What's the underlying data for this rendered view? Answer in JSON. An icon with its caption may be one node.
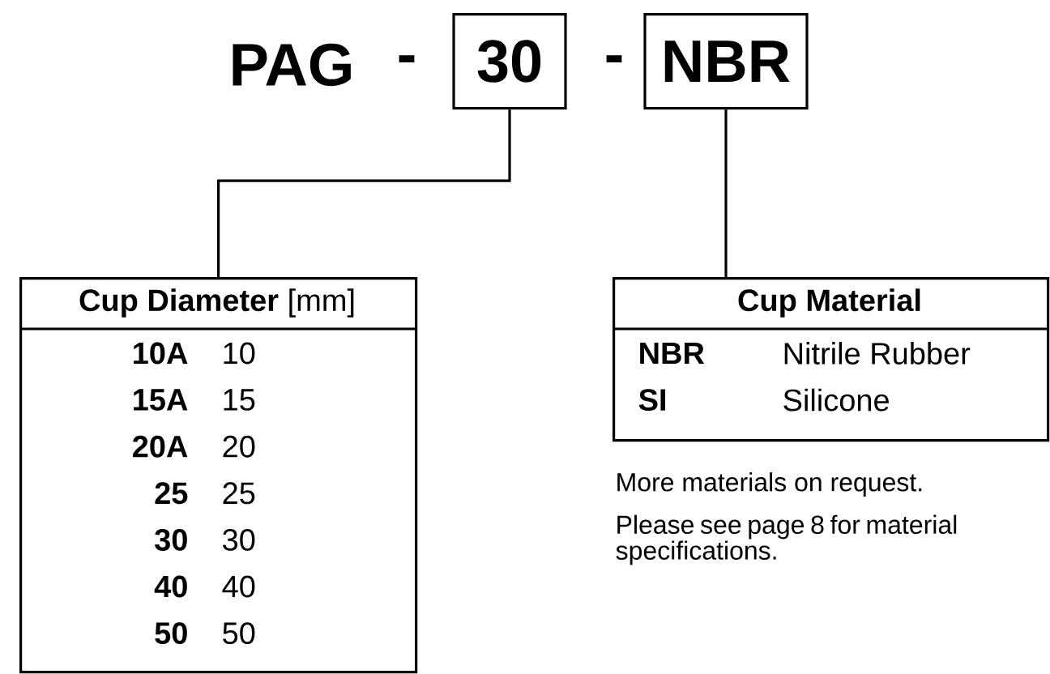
{
  "diagram": {
    "nodes": [
      {
        "text": [
          "30"
        ]
      },
      {
        "text": [
          "NBR"
        ]
      },
      {
        "text": [
          "**Cup Diameter** [mm]",
          "10A",
          "10",
          "15A",
          "15",
          "20A",
          "20",
          "25",
          "25",
          "30",
          "30",
          "40",
          "40",
          "50",
          "50"
        ]
      },
      {
        "text": [
          "Cup Material",
          "NBR",
          "Nitrile Rubber",
          "SI",
          "Silicone"
        ]
      }
    ],
    "edges": [
      {
        "from": 0,
        "to": 2,
        "arrow": "none"
      },
      {
        "from": 1,
        "to": 3,
        "arrow": "none"
      }
    ],
    "labels": [
      "PAG",
      "-",
      "-",
      "More materials on request.",
      "Please see page 8 for material specifications."
    ]
  }
}
